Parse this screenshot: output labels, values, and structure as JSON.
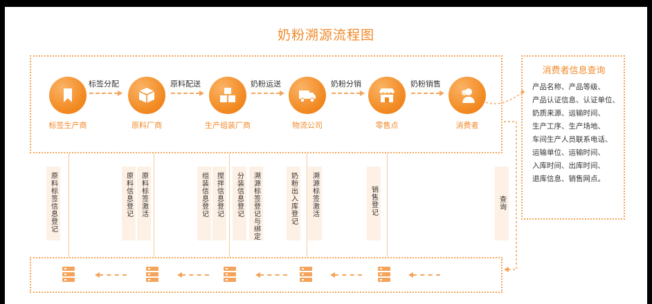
{
  "title": "奶粉溯源流程图",
  "nodes": [
    {
      "label": "标签生产商",
      "icon": "bookmark-icon"
    },
    {
      "label": "原料厂商",
      "icon": "box-icon"
    },
    {
      "label": "生产组装厂商",
      "icon": "boxes-icon"
    },
    {
      "label": "物流公司",
      "icon": "truck-icon"
    },
    {
      "label": "零售点",
      "icon": "shop-icon"
    },
    {
      "label": "消费者",
      "icon": "user-icon"
    }
  ],
  "flow_arrows": [
    "标签分配",
    "原料配送",
    "奶粉运送",
    "奶粉分销",
    "奶粉销售"
  ],
  "consumer_panel": {
    "title": "消费者信息查询",
    "lines": [
      "产品名称、产品等级、",
      "产品认证信息、认证单位、",
      "奶质来源、运输时间、",
      "生产工序、生产场地、",
      "车间生产人员联系电话、",
      "运输单位、运输时间、",
      "入库时间、出库时间、",
      "退库信息、销售网点。"
    ]
  },
  "records": [
    "原料标签信息登记",
    "原料信息登记",
    "原料标签激活",
    "组装信息登记",
    "搅拌信息登记",
    "分装信息登记",
    "溯源标签登记与绑定",
    "奶粉出入库登记",
    "溯源标签激活",
    "销售登记",
    "查询"
  ],
  "colors": {
    "accent": "#f28a22",
    "dotted": "#f3a45a",
    "record_bg": "#fdf0e4"
  }
}
